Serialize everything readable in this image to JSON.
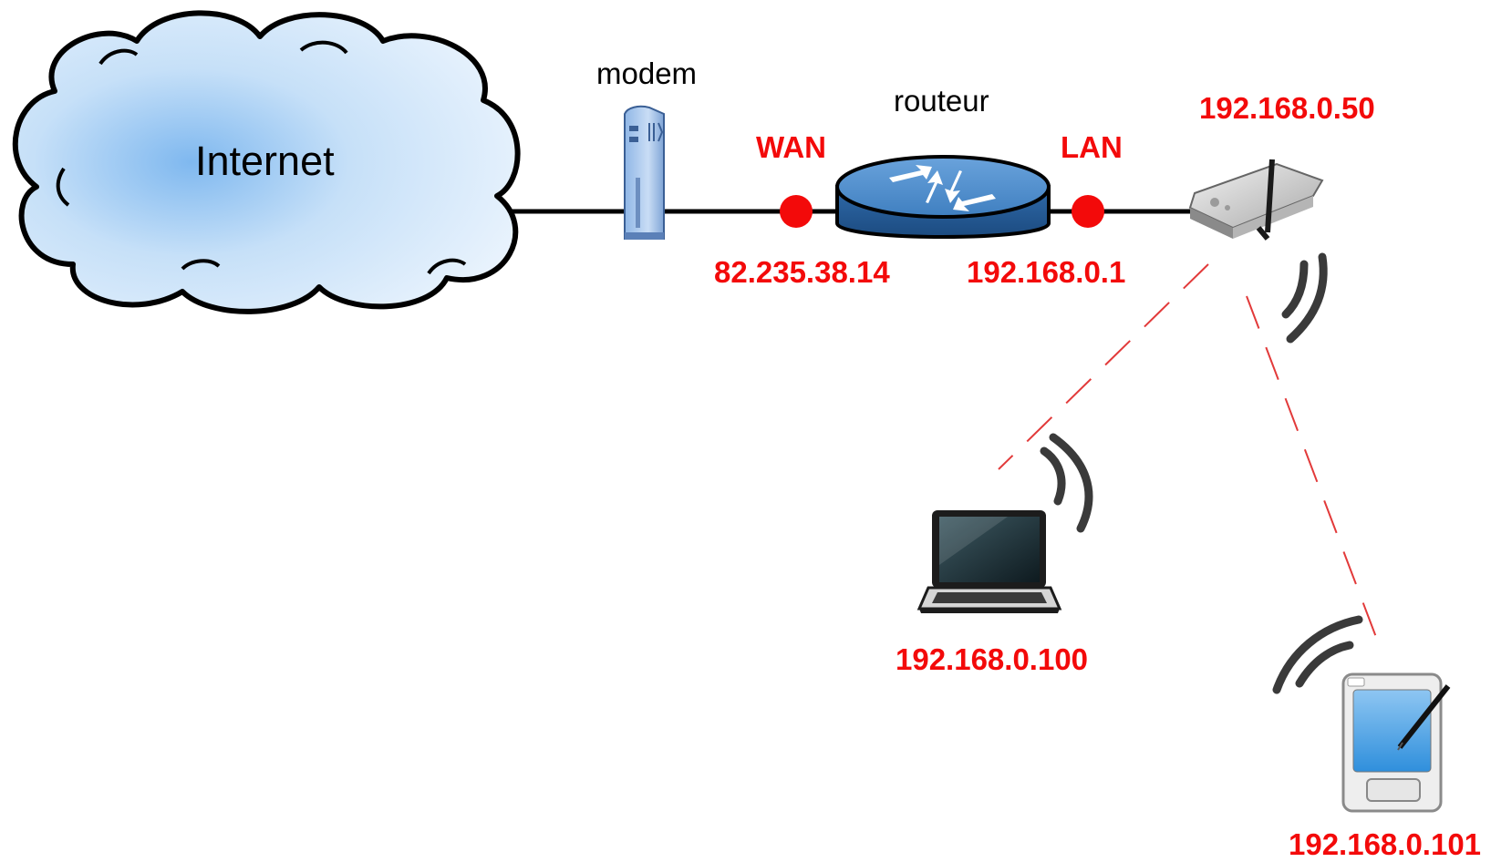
{
  "labels": {
    "internet": "Internet",
    "modem": "modem",
    "router": "routeur",
    "wan": "WAN",
    "lan": "LAN",
    "wan_ip": "82.235.38.14",
    "lan_ip": "192.168.0.1",
    "ap_ip": "192.168.0.50",
    "laptop_ip": "192.168.0.100",
    "pda_ip": "192.168.0.101"
  },
  "colors": {
    "address_red": "#f30a0a",
    "cable": "#000000",
    "wireless_link": "#e23a3a",
    "cloud_fill": "#cfe6fa",
    "router_blue": "#3f7fc0"
  },
  "icons": {
    "cloud": "internet-cloud-icon",
    "modem": "modem-icon",
    "router": "router-icon",
    "access_point": "wireless-access-point-icon",
    "laptop": "laptop-icon",
    "pda": "pda-icon"
  }
}
